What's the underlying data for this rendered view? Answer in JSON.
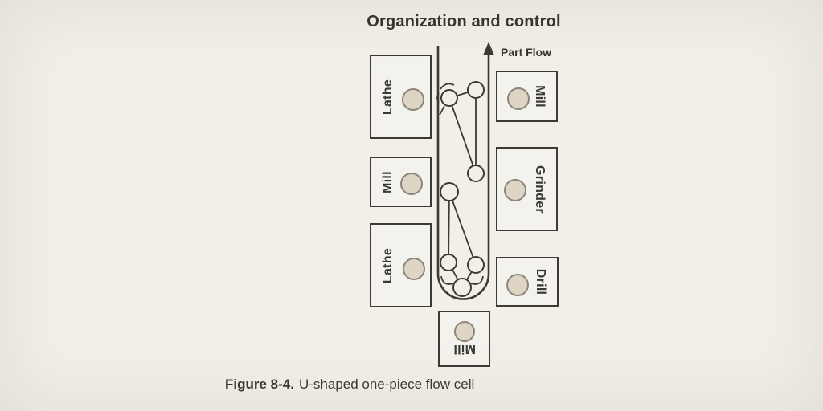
{
  "page": {
    "title": "Organization and control",
    "caption": {
      "figure_label": "Figure 8-4.",
      "caption_text": "U-shaped one-piece flow cell"
    }
  },
  "diagram": {
    "type": "u-shaped-flow-cell",
    "flow_label": "Part Flow",
    "machines": [
      {
        "label": "Lathe",
        "position": "left-top"
      },
      {
        "label": "Mill",
        "position": "left-middle"
      },
      {
        "label": "Lathe",
        "position": "left-bottom"
      },
      {
        "label": "Mill",
        "position": "right-top"
      },
      {
        "label": "Grinder",
        "position": "right-middle"
      },
      {
        "label": "Drill",
        "position": "right-bottom"
      },
      {
        "label": "Mill",
        "position": "bottom-center"
      }
    ],
    "operators": {
      "count": 7,
      "symbol": "open-circle",
      "walk_links": [
        [
          1,
          2
        ],
        [
          2,
          3
        ],
        [
          1,
          3
        ],
        [
          4,
          5
        ],
        [
          4,
          6
        ],
        [
          5,
          7
        ],
        [
          6,
          7
        ]
      ]
    },
    "flow_direction": "up",
    "colors": {
      "page_background": "#f1efe8",
      "line": "#3c3a35",
      "machine_dot_fill": "#ded5c4",
      "text": "#35332e"
    }
  }
}
